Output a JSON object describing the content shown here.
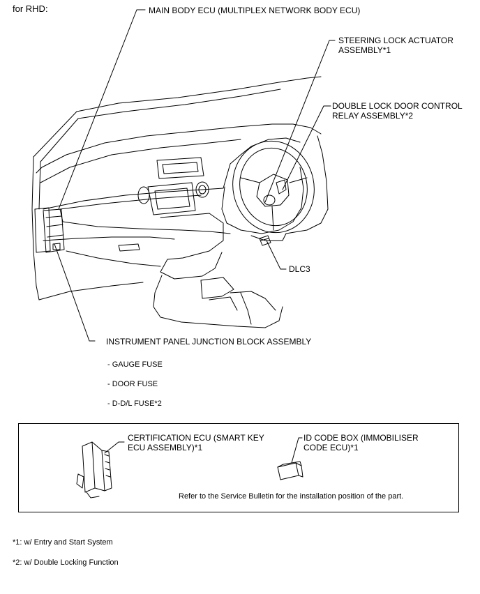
{
  "header": {
    "variant": "for RHD:"
  },
  "labels": {
    "main_body_ecu": "MAIN BODY ECU (MULTIPLEX NETWORK BODY ECU)",
    "steering_lock_l1": "STEERING LOCK ACTUATOR",
    "steering_lock_l2": "ASSEMBLY*1",
    "double_lock_l1": "DOUBLE LOCK DOOR CONTROL",
    "double_lock_l2": "RELAY ASSEMBLY*2",
    "dlc3": "DLC3",
    "junction_block": "INSTRUMENT PANEL JUNCTION BLOCK ASSEMBLY",
    "fuses": [
      "- GAUGE FUSE",
      "- DOOR FUSE",
      "- D-D/L FUSE*2"
    ]
  },
  "inset": {
    "cert_ecu_l1": "CERTIFICATION ECU (SMART KEY",
    "cert_ecu_l2": "ECU ASSEMBLY)*1",
    "id_code_l1": "ID CODE BOX (IMMOBILISER",
    "id_code_l2": "CODE ECU)*1",
    "note": "Refer to the Service Bulletin for the installation position of the part."
  },
  "footnotes": [
    "*1: w/ Entry and Start System",
    "*2: w/ Double Locking Function"
  ]
}
